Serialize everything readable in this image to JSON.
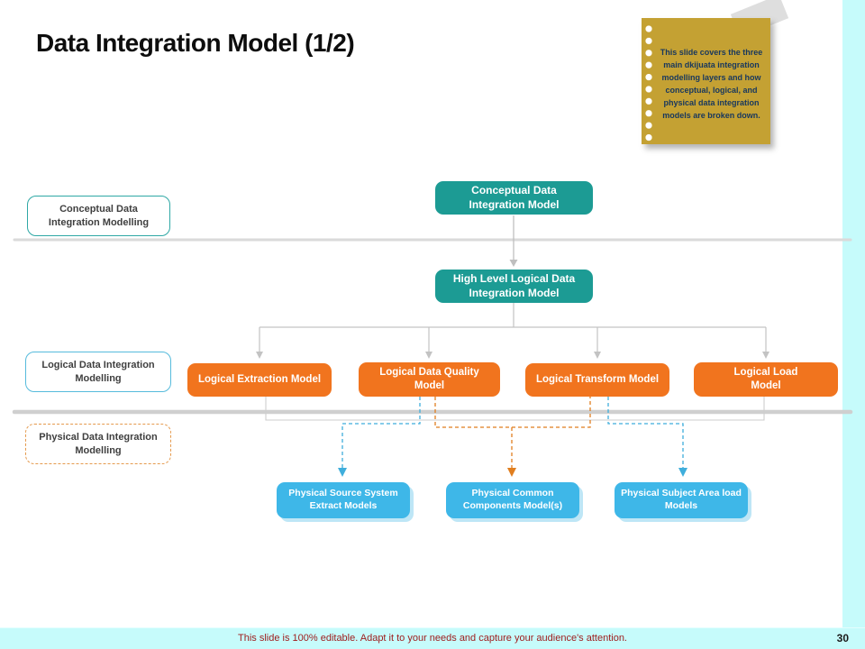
{
  "slide": {
    "title": "Data Integration Model (1/2)",
    "footer": "This slide is 100% editable. Adapt it to your needs and capture your audience's attention.",
    "page_number": "30"
  },
  "sticky_note": {
    "text": "This slide covers the three\nmain dkijuata integration\nmodelling layers and how\nconceptual, logical, and\nphysical data integration\nmodels are broken down."
  },
  "category_labels": {
    "conceptual": "Conceptual Data\nIntegration Modelling",
    "logical": "Logical Data Integration\nModelling",
    "physical": "Physical Data Integration\nModelling"
  },
  "flowchart": {
    "conceptual_model": "Conceptual Data\nIntegration Model",
    "high_level_model": "High Level Logical Data\nIntegration Model",
    "logical_row": [
      "Logical Extraction Model",
      "Logical Data Quality\nModel",
      "Logical Transform Model",
      "Logical Load\nModel"
    ],
    "physical_row": [
      "Physical Source System\nExtract Models",
      "Physical Common\nComponents Model(s)",
      "Physical Subject Area load\nModels"
    ]
  },
  "colors": {
    "teal_box": "#1c9b94",
    "orange_box": "#f1741e",
    "light_blue_box": "#3eb7e8",
    "note_background": "#c4a133",
    "note_text": "#17375e",
    "footer_background": "#c6fbfb",
    "footer_text": "#9e1b1b",
    "divider_gray": "#d6d6d6",
    "dashed_blue_connector": "#3faedc",
    "dashed_orange_connector": "#e07e1f"
  }
}
